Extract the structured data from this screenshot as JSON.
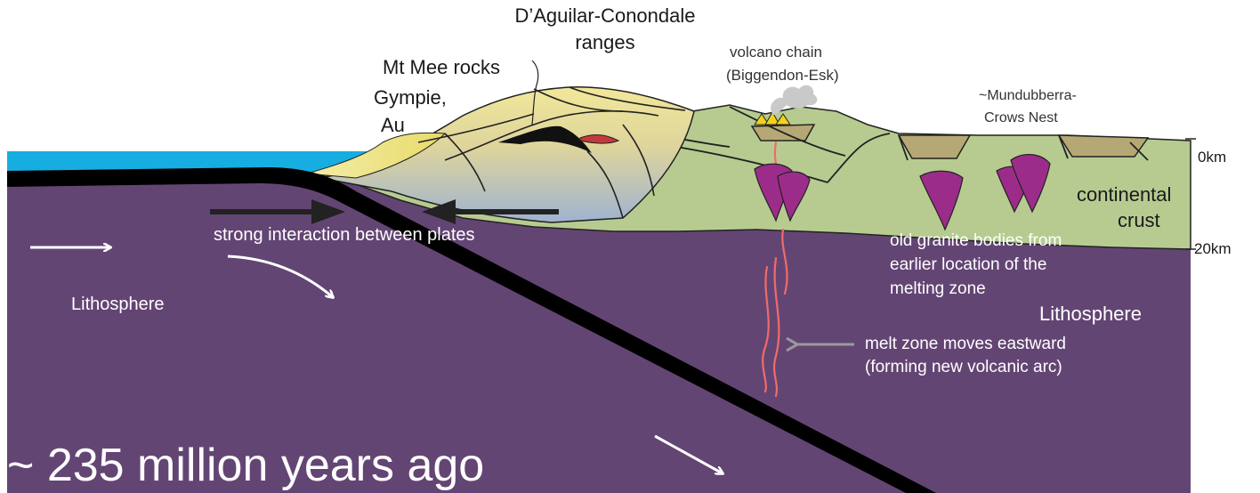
{
  "labels": {
    "dag_ranges_line1": "D’Aguilar-Conondale",
    "dag_ranges_line2": "ranges",
    "mt_mee": "Mt Mee rocks",
    "gympie_line1": "Gympie,",
    "gympie_line2": "Au",
    "volcano_line1": "volcano chain",
    "volcano_line2": "(Biggendon-Esk)",
    "mundubberra_line1": "~Mundubberra-",
    "mundubberra_line2": "Crows Nest",
    "depth_0": "0km",
    "depth_20": "20km",
    "continental_line1": "continental",
    "continental_line2": "crust",
    "interaction": "strong interaction between plates",
    "lithosphere_left": "Lithosphere",
    "lithosphere_right": "Lithosphere",
    "granite_line1": "old granite bodies from",
    "granite_line2": "earlier location of the",
    "granite_line3": "melting zone",
    "melt_line1": "melt zone moves eastward",
    "melt_line2": "(forming new volcanic arc)",
    "age": "~ 235 million years ago"
  },
  "colors": {
    "lithosphere": "#634574",
    "continental_crust": "#b7cb91",
    "ocean": "#16aee0",
    "accretionary_yellow": "#ecdf7f",
    "slab": "#000000",
    "granite": "#9c2c8a",
    "melt": "#f06a6a",
    "basin": "#b6a874"
  }
}
